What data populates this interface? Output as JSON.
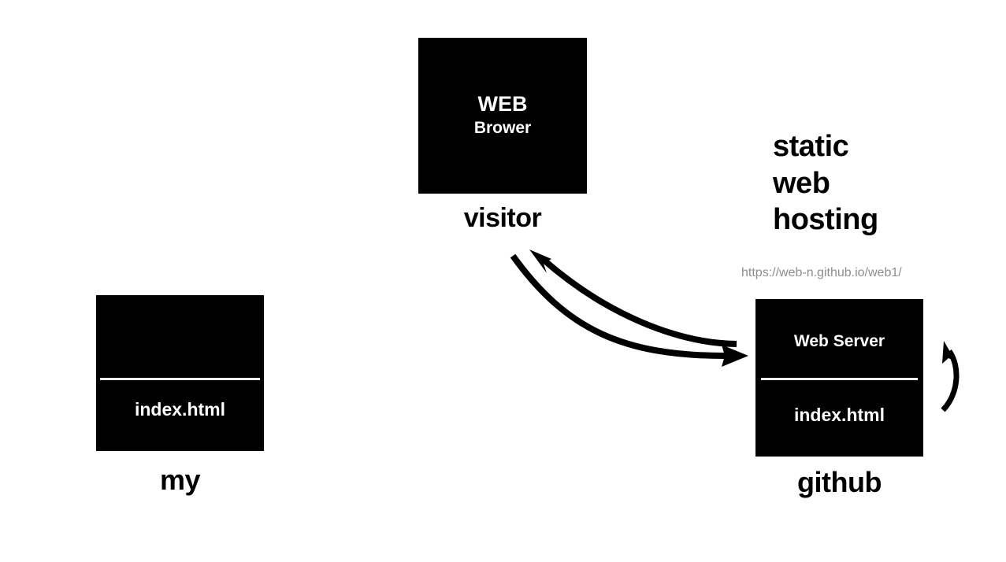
{
  "diagram": {
    "title": "static web hosting flow",
    "background": "#ffffff",
    "node_fill": "#000000",
    "node_text": "#ffffff",
    "url_color": "#8e8e8e"
  },
  "browser_node": {
    "title": "WEB",
    "subtitle": "Brower",
    "caption": "visitor"
  },
  "local_node": {
    "top_section": "",
    "file": "index.html",
    "caption": "my"
  },
  "server_node": {
    "server": "Web Server",
    "file": "index.html",
    "caption": "github"
  },
  "hosting": {
    "heading_line1": "static",
    "heading_line2": "web",
    "heading_line3": "hosting",
    "url": "https://web-n.github.io/web1/"
  },
  "arrows": [
    {
      "name": "request-arrow",
      "from": "visitor",
      "to": "github",
      "direction": "right"
    },
    {
      "name": "response-arrow",
      "from": "github",
      "to": "visitor",
      "direction": "left-up"
    },
    {
      "name": "serve-arrow",
      "from": "index.html",
      "to": "web-server",
      "direction": "up"
    }
  ]
}
